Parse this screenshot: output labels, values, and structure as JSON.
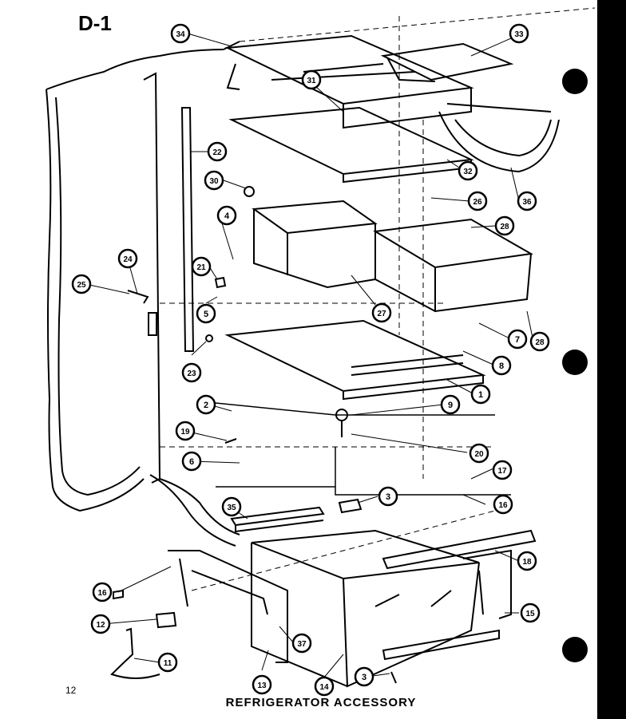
{
  "header": {
    "section_code": "D-1"
  },
  "footer": {
    "page_number": "12",
    "caption": "REFRIGERATOR  ACCESSORY"
  },
  "callouts": [
    "34",
    "33",
    "31",
    "22",
    "32",
    "30",
    "26",
    "36",
    "4",
    "28",
    "24",
    "21",
    "25",
    "27",
    "5",
    "7",
    "28",
    "23",
    "8",
    "1",
    "2",
    "9",
    "19",
    "20",
    "6",
    "17",
    "16",
    "35",
    "3",
    "18",
    "16",
    "15",
    "12",
    "37",
    "11",
    "13",
    "14",
    "3"
  ]
}
